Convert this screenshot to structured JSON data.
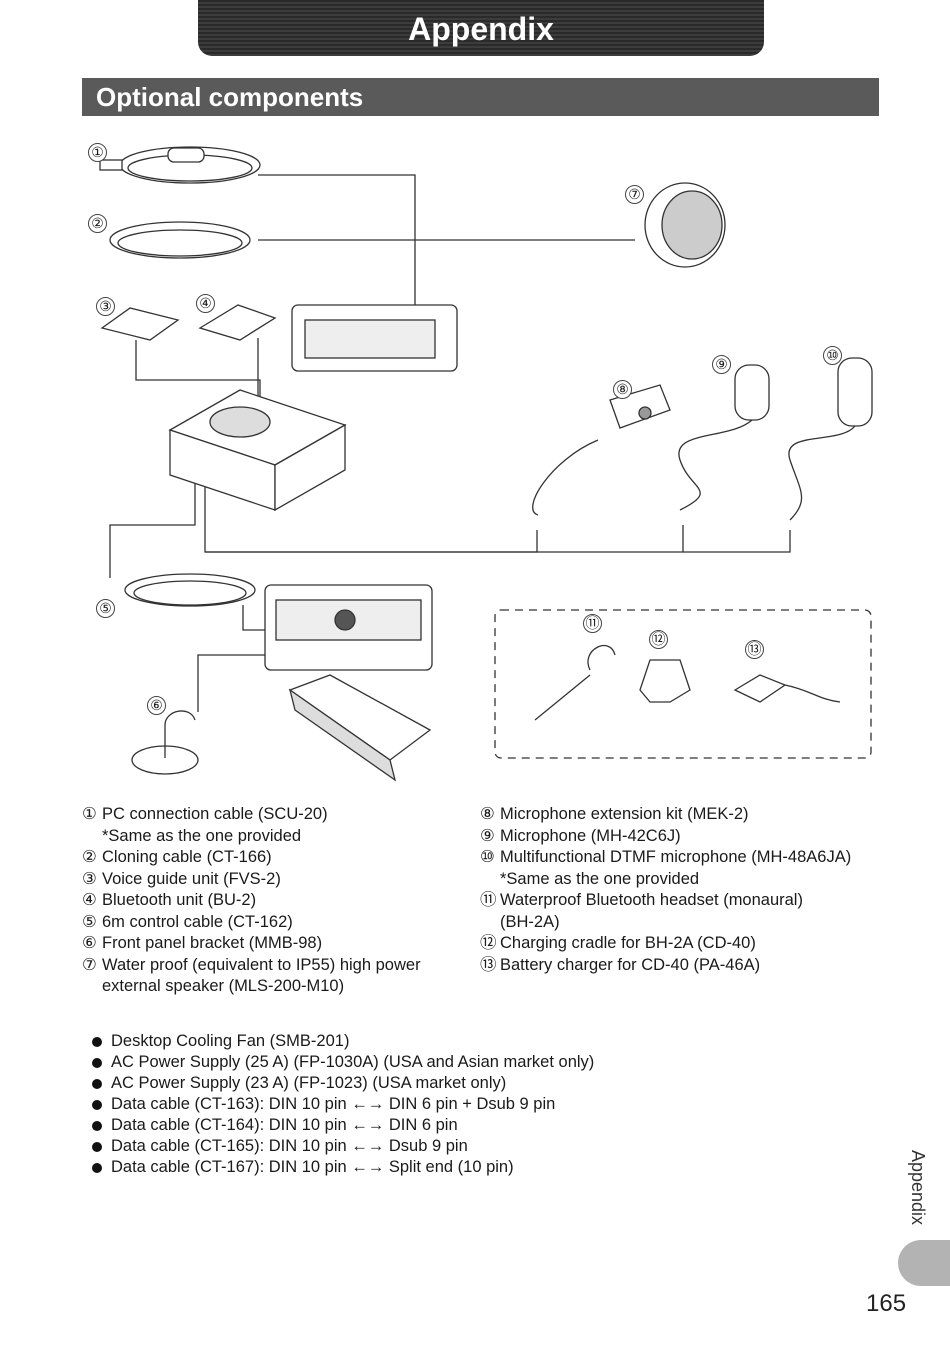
{
  "header": {
    "chapter_title": "Appendix",
    "section_title": "Optional components"
  },
  "diagram_numbers": [
    "①",
    "②",
    "③",
    "④",
    "⑤",
    "⑥",
    "⑦",
    "⑧",
    "⑨",
    "⑩",
    "⑪",
    "⑫",
    "⑬"
  ],
  "legend_left": [
    {
      "mark": "①",
      "text": "PC connection cable (SCU-20)",
      "note": "*Same as the one provided"
    },
    {
      "mark": "②",
      "text": "Cloning cable (CT-166)"
    },
    {
      "mark": "③",
      "text": "Voice guide unit (FVS-2)"
    },
    {
      "mark": "④",
      "text": "Bluetooth unit (BU-2)"
    },
    {
      "mark": "⑤",
      "text": "6m control cable (CT-162)"
    },
    {
      "mark": "⑥",
      "text": "Front panel bracket (MMB-98)"
    },
    {
      "mark": "⑦",
      "text": "Water proof (equivalent to IP55) high power",
      "note": "external speaker (MLS-200-M10)"
    }
  ],
  "legend_right": [
    {
      "mark": "⑧",
      "text": "Microphone extension kit (MEK-2)"
    },
    {
      "mark": "⑨",
      "text": "Microphone (MH-42C6J)"
    },
    {
      "mark": "⑩",
      "text": "Multifunctional DTMF microphone (MH-48A6JA)",
      "note": "*Same as the one provided"
    },
    {
      "mark": "⑪",
      "text": "Waterproof Bluetooth headset (monaural)",
      "note": "(BH-2A)"
    },
    {
      "mark": "⑫",
      "text": "Charging cradle for BH-2A (CD-40)"
    },
    {
      "mark": "⑬",
      "text": "Battery charger for CD-40 (PA-46A)"
    }
  ],
  "other_options": [
    "Desktop Cooling Fan (SMB-201)",
    "AC Power Supply (25 A) (FP-1030A) (USA and Asian market only)",
    "AC Power Supply (23 A) (FP-1023) (USA market only)",
    "Data cable (CT-163): DIN 10 pin ←→ DIN 6 pin + Dsub 9 pin",
    "Data cable (CT-164): DIN 10 pin ←→ DIN 6 pin",
    "Data cable (CT-165): DIN 10 pin ←→ Dsub 9 pin",
    "Data cable (CT-167): DIN 10 pin ←→ Split end (10 pin)"
  ],
  "side_tab_label": "Appendix",
  "page_number": "165"
}
